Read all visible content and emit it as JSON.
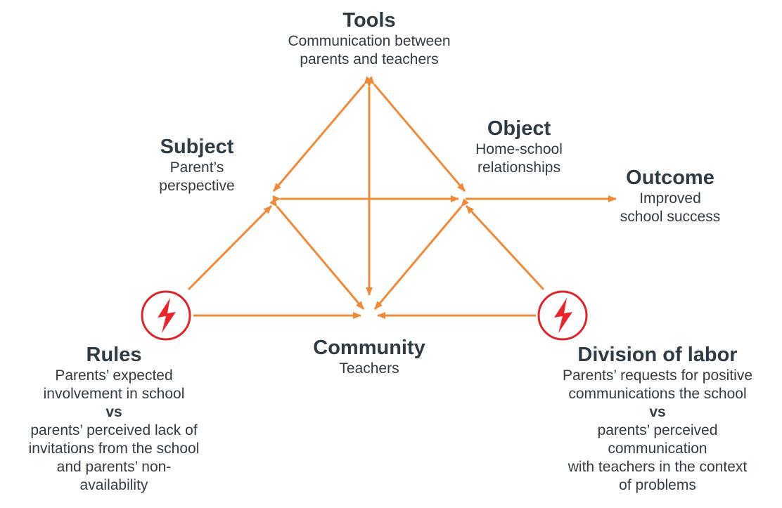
{
  "nodes": {
    "tools": {
      "title": "Tools",
      "desc": [
        "Communication between",
        "parents and teachers"
      ]
    },
    "subject": {
      "title": "Subject",
      "desc": [
        "Parent’s",
        "perspective"
      ]
    },
    "object": {
      "title": "Object",
      "desc": [
        "Home-school",
        "relationships"
      ]
    },
    "outcome": {
      "title": "Outcome",
      "desc": [
        "Improved",
        "school success"
      ]
    },
    "community": {
      "title": "Community",
      "desc": [
        "Teachers"
      ]
    },
    "rules": {
      "title": "Rules",
      "desc_a": [
        "Parents’ expected",
        "involvement in school"
      ],
      "vs": "vs",
      "desc_b": [
        "parents’ perceived lack of",
        "invitations from the school",
        "and parents’ non-",
        "availability"
      ]
    },
    "division": {
      "title": "Division of labor",
      "desc_a": [
        "Parents’ requests for positive",
        "communications the school"
      ],
      "vs": "vs",
      "desc_b": [
        "parents’ perceived",
        "communication",
        "with teachers in the context",
        "of problems"
      ]
    }
  },
  "colors": {
    "arrow": "#ee8b3a",
    "conflict_ring": "#d9262b",
    "conflict_bolt": "#e8262b",
    "text": "#2e3a44"
  },
  "icons": {
    "conflict": "lightning-bolt-icon"
  }
}
